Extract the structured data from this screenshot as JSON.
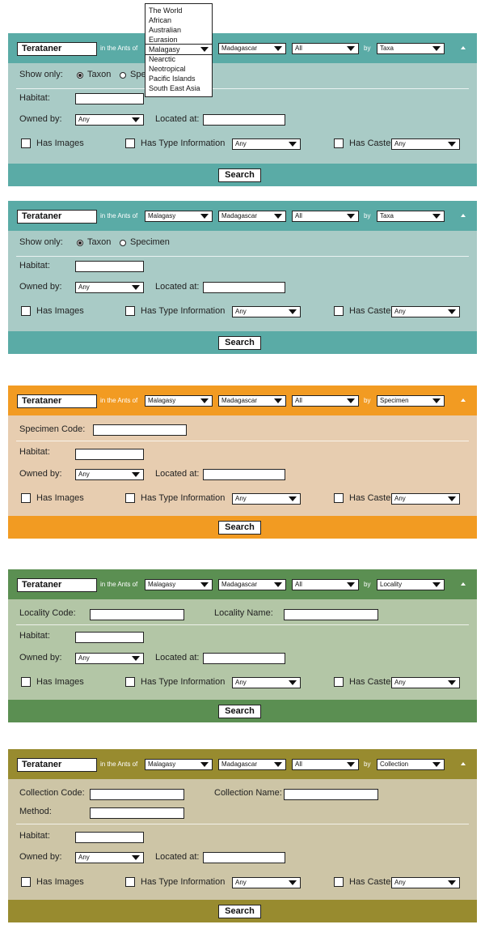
{
  "common": {
    "name_value": "Terataner",
    "in_ants_of": "in the Ants of",
    "by": "by",
    "region": "Malagasy",
    "country": "Madagascar",
    "scope": "All",
    "habitat_label": "Habitat:",
    "owned_by_label": "Owned by:",
    "owned_by_value": "Any",
    "located_at_label": "Located at:",
    "has_images_label": "Has Images",
    "has_type_info_label": "Has Type Information",
    "type_info_value": "Any",
    "has_caste_label": "Has Caste",
    "caste_value": "Any",
    "search_label": "Search"
  },
  "region_dropdown": {
    "options_above": [
      "The World",
      "African",
      "Australian",
      "Eurasion"
    ],
    "selected": "Malagasy",
    "options_below": [
      "Nearctic",
      "Neotropical",
      "Pacific Islands",
      "South East Asia"
    ]
  },
  "panels": {
    "taxa_open": {
      "by_value": "Taxa",
      "show_only_label": "Show only:",
      "taxon_label": "Taxon",
      "specimen_label": "Specimen",
      "specimen_visible": "Spe"
    },
    "taxa": {
      "by_value": "Taxa",
      "show_only_label": "Show only:",
      "taxon_label": "Taxon",
      "specimen_label": "Specimen"
    },
    "specimen": {
      "by_value": "Specimen",
      "specimen_code_label": "Specimen Code:"
    },
    "locality": {
      "by_value": "Locality",
      "locality_code_label": "Locality Code:",
      "locality_name_label": "Locality Name:"
    },
    "collection": {
      "by_value": "Collection",
      "collection_code_label": "Collection Code:",
      "collection_name_label": "Collection Name:",
      "method_label": "Method:"
    }
  },
  "colors": {
    "teal_bar": "#5aaba6",
    "teal_body": "#a9cbc6",
    "orange_bar": "#f29b22",
    "orange_body": "#e7cdb0",
    "green_bar": "#5b8f52",
    "green_body": "#b3c6a6",
    "olive_bar": "#988b2f",
    "olive_body": "#cdc5a6"
  }
}
